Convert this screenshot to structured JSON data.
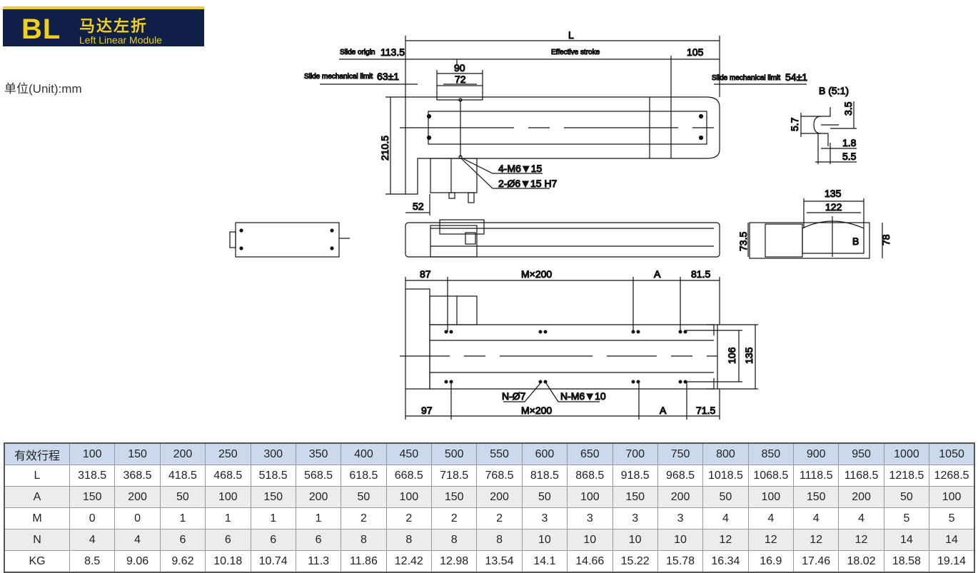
{
  "header": {
    "code": "BL",
    "title_cn": "马达左折",
    "title_en": "Left Linear Module",
    "unit": "单位(Unit):mm"
  },
  "drawing": {
    "L": "L",
    "slide_origin": "Slide origin",
    "slide_origin_val": "113.5",
    "effective_stroke": "Effective stroke",
    "d105": "105",
    "slide_mech_limit_left": "Slide mechanical limit",
    "limit_left_val": "63±1",
    "slide_mech_limit_right": "Slide mechanical limit",
    "limit_right_val": "54±1",
    "d90": "90",
    "d72": "72",
    "d210": "210.5",
    "d52": "52",
    "hole1": "4-M6▼15",
    "hole2": "2-Ø6▼15  H7",
    "detail_b": "B (5:1)",
    "d35": "3.5",
    "d57": "5.7",
    "d18": "1.8",
    "d55": "5.5",
    "d135": "135",
    "d122": "122",
    "d735": "73.5",
    "d78": "78",
    "b_mark": "B",
    "d87": "87",
    "mx200": "M×200",
    "A": "A",
    "d815": "81.5",
    "d106": "106",
    "d135b": "135",
    "nhole1": "N-Ø7",
    "nhole2": "N-M6▼10",
    "d97": "97",
    "d715": "71.5"
  },
  "table": {
    "header": [
      "有效行程",
      "100",
      "150",
      "200",
      "250",
      "300",
      "350",
      "400",
      "450",
      "500",
      "550",
      "600",
      "650",
      "700",
      "750",
      "800",
      "850",
      "900",
      "950",
      "1000",
      "1050"
    ],
    "rows": [
      [
        "L",
        "318.5",
        "368.5",
        "418.5",
        "468.5",
        "518.5",
        "568.5",
        "618.5",
        "668.5",
        "718.5",
        "768.5",
        "818.5",
        "868.5",
        "918.5",
        "968.5",
        "1018.5",
        "1068.5",
        "1118.5",
        "1168.5",
        "1218.5",
        "1268.5"
      ],
      [
        "A",
        "150",
        "200",
        "50",
        "100",
        "150",
        "200",
        "50",
        "100",
        "150",
        "200",
        "50",
        "100",
        "150",
        "200",
        "50",
        "100",
        "150",
        "200",
        "50",
        "100"
      ],
      [
        "M",
        "0",
        "0",
        "1",
        "1",
        "1",
        "1",
        "2",
        "2",
        "2",
        "2",
        "3",
        "3",
        "3",
        "3",
        "4",
        "4",
        "4",
        "4",
        "5",
        "5"
      ],
      [
        "N",
        "4",
        "4",
        "6",
        "6",
        "6",
        "6",
        "8",
        "8",
        "8",
        "8",
        "10",
        "10",
        "10",
        "10",
        "12",
        "12",
        "12",
        "12",
        "14",
        "14"
      ],
      [
        "KG",
        "8.5",
        "9.06",
        "9.62",
        "10.18",
        "10.74",
        "11.3",
        "11.86",
        "12.42",
        "12.98",
        "13.54",
        "14.1",
        "14.66",
        "15.22",
        "15.78",
        "16.34",
        "16.9",
        "17.46",
        "18.02",
        "18.58",
        "19.14"
      ]
    ]
  },
  "colors": {
    "banner": "#0f1f47",
    "accent": "#f2cf1a",
    "table_header": "#cbd9ec",
    "table_alt": "#ececec"
  }
}
